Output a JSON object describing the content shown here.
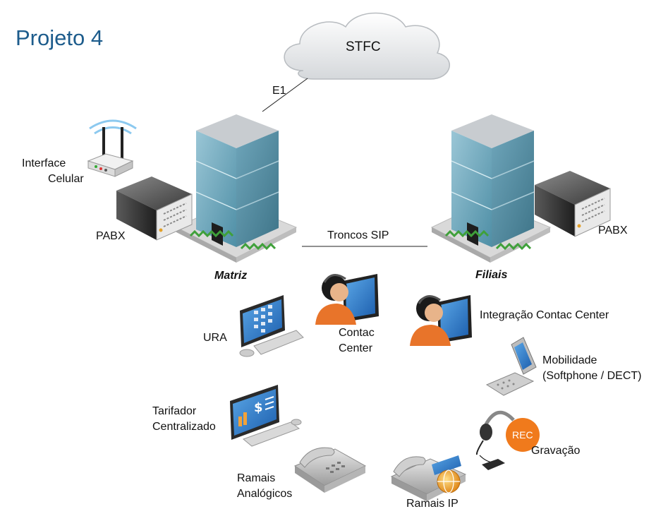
{
  "title": "Projeto 4",
  "nodes": {
    "cloud": "STFC",
    "e1": "E1",
    "trunk": "Troncos SIP",
    "matriz": "Matriz",
    "filiais": "Filiais",
    "pabx_left": "PABX",
    "pabx_right": "PABX",
    "interface_line1": "Interface",
    "interface_line2": "Celular",
    "ura": "URA",
    "contact_line1": "Contac",
    "contact_line2": "Center",
    "integration": "Integração Contac Center",
    "mobility_line1": "Mobilidade",
    "mobility_line2": "(Softphone / DECT)",
    "tariff_line1": "Tarifador",
    "tariff_line2": "Centralizado",
    "rec_badge": "REC",
    "recording": "Gravação",
    "analog_line1": "Ramais",
    "analog_line2": "Analógicos",
    "ip_ext": "Ramais IP"
  },
  "colors": {
    "title": "#1d5c8c",
    "glass": "#7fb3c7",
    "agent": "#e8742a",
    "rec": "#f07a1c"
  }
}
